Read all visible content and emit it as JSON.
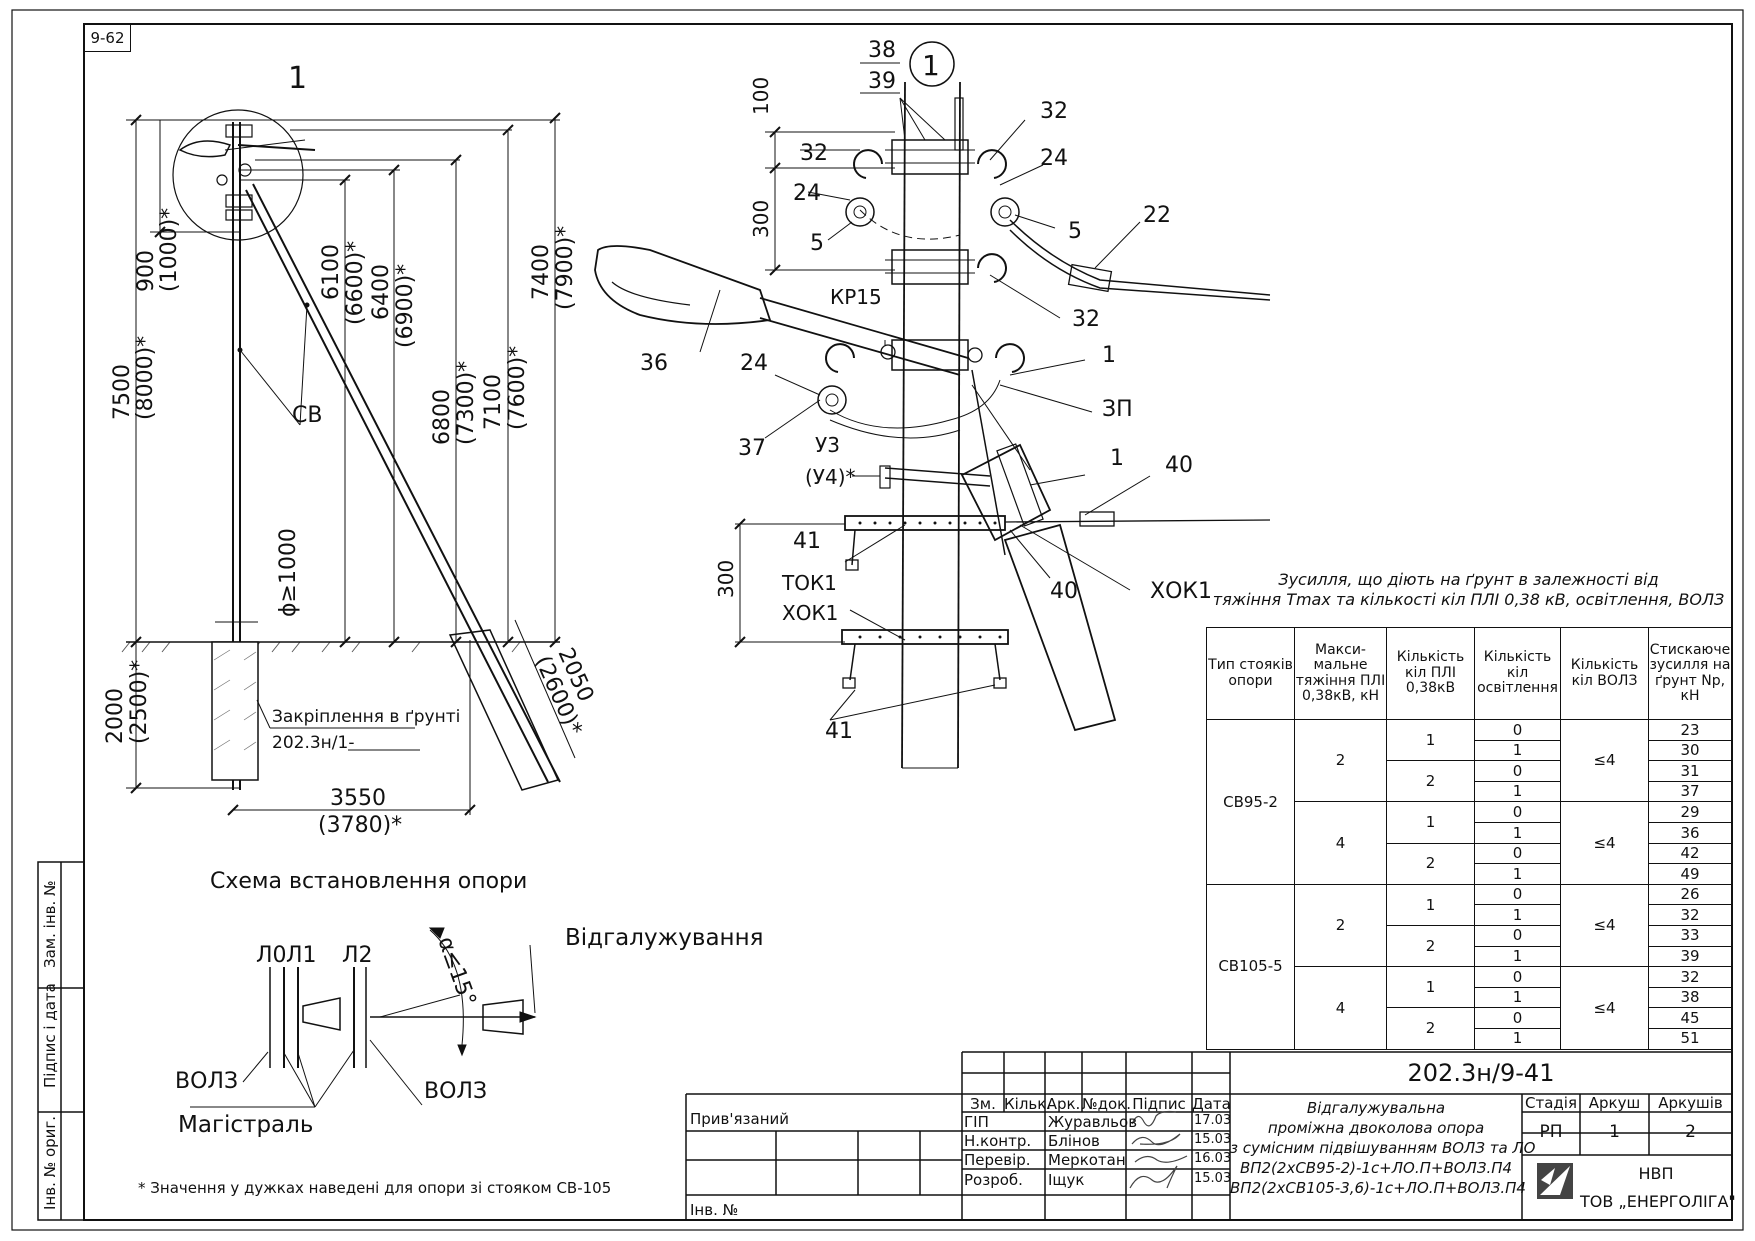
{
  "sheet_number": "9-62",
  "left_view": {
    "callout": "1",
    "dimensions": {
      "d900": "900",
      "d900a": "(1000)*",
      "d7500": "7500",
      "d7500a": "(8000)*",
      "d6100": "6100",
      "d6100a": "(6600)*",
      "d6400": "6400",
      "d6400a": "(6900)*",
      "d6800": "6800",
      "d6800a": "(7300)*",
      "d7100": "7100",
      "d7100a": "(7600)*",
      "d7400": "7400",
      "d7400a": "(7900)*",
      "d2000": "2000",
      "d2000a": "(2500)*",
      "d2050": "2050",
      "d2050a": "(2600)*",
      "d3550": "3550",
      "d3550a": "(3780)*",
      "phi": "ϕ≥1000"
    },
    "pole_label": "СВ",
    "ground_fixing_line1": "Закріплення в ґрунті",
    "ground_fixing_line2": "202.3н/1-"
  },
  "install_scheme": {
    "title": "Схема встановлення опори",
    "l0": "Л0",
    "l1": "Л1",
    "l2": "Л2",
    "angle": "α≤15°",
    "branch": "Відгалужування",
    "vols_left": "ВОЛЗ",
    "vols_right": "ВОЛЗ",
    "main_line": "Магістраль"
  },
  "footnote": "* Значення у дужках наведені для опори зі стояком СВ-105",
  "detail_view": {
    "callout": "1",
    "labels": {
      "l38": "38",
      "l39": "39",
      "l32a": "32",
      "l32b": "32",
      "l32c": "32",
      "l24a": "24",
      "l24b": "24",
      "l24c": "24",
      "l5a": "5",
      "l5b": "5",
      "l22": "22",
      "kp15": "КР15",
      "l36": "36",
      "l1a": "1",
      "l1b": "1",
      "zp": "ЗП",
      "l37": "37",
      "y3": "У3",
      "y4": "(У4)*",
      "l40a": "40",
      "l40b": "40",
      "l41a": "41",
      "l41b": "41",
      "tok1": "ТОК1",
      "xok1a": "ХОК1",
      "xok1b": "ХОК1",
      "d100": "100",
      "d300a": "300",
      "d300b": "300"
    }
  },
  "load_table": {
    "caption_line1": "Зусилля, що діють на ґрунт в залежності від",
    "caption_line2": "тяжіння Tmax та кількості кіл ПЛІ 0,38 кВ, освітлення, ВОЛЗ",
    "headers": [
      "Тип стояків опори",
      "Макси-мальне тяжіння ПЛІ 0,38кВ, кН",
      "Кількість кіл ПЛІ 0,38кВ",
      "Кількість кіл освітлення",
      "Кількість кіл ВОЛЗ",
      "Стискаюче зусилля на ґрунт Nр, кН"
    ],
    "groups": [
      {
        "type": "СВ95-2",
        "tension": [
          {
            "value": "2",
            "pli": [
              {
                "count": "1",
                "light": [
                  "0",
                  "1"
                ],
                "force": [
                  "23",
                  "30"
                ]
              },
              {
                "count": "2",
                "light": [
                  "0",
                  "1"
                ],
                "force": [
                  "31",
                  "37"
                ]
              }
            ],
            "vols": "≤4"
          },
          {
            "value": "4",
            "pli": [
              {
                "count": "1",
                "light": [
                  "0",
                  "1"
                ],
                "force": [
                  "29",
                  "36"
                ]
              },
              {
                "count": "2",
                "light": [
                  "0",
                  "1"
                ],
                "force": [
                  "42",
                  "49"
                ]
              }
            ],
            "vols": "≤4"
          }
        ]
      },
      {
        "type": "СВ105-5",
        "tension": [
          {
            "value": "2",
            "pli": [
              {
                "count": "1",
                "light": [
                  "0",
                  "1"
                ],
                "force": [
                  "26",
                  "32"
                ]
              },
              {
                "count": "2",
                "light": [
                  "0",
                  "1"
                ],
                "force": [
                  "33",
                  "39"
                ]
              }
            ],
            "vols": "≤4"
          },
          {
            "value": "4",
            "pli": [
              {
                "count": "1",
                "light": [
                  "0",
                  "1"
                ],
                "force": [
                  "32",
                  "38"
                ]
              },
              {
                "count": "2",
                "light": [
                  "0",
                  "1"
                ],
                "force": [
                  "45",
                  "51"
                ]
              }
            ],
            "vols": "≤4"
          }
        ]
      }
    ]
  },
  "title_block": {
    "code": "202.3н/9-41",
    "bound": "Прив'язаний",
    "inv_no": "Інв. №",
    "col_headers": [
      "Зм.",
      "Кільк.",
      "Арк.",
      "№док.",
      "Підпис",
      "Дата"
    ],
    "roles": [
      {
        "role": "ГІП",
        "name": "Журавльов",
        "date": "17.03"
      },
      {
        "role": "Н.контр.",
        "name": "Блінов",
        "date": "15.03"
      },
      {
        "role": "Перевір.",
        "name": "Меркотан",
        "date": "16.03"
      },
      {
        "role": "Розроб.",
        "name": "Іщук",
        "date": "15.03"
      }
    ],
    "description": [
      "Відгалужувальна",
      "проміжна двоколова опора",
      "з сумісним підвішуванням ВОЛЗ та ЛО",
      "ВП2(2хСВ95-2)-1с+ЛО.П+ВОЛЗ.П4",
      "ВП2(2хСВ105-3,6)-1с+ЛО.П+ВОЛЗ.П4"
    ],
    "stage_header": "Стадія",
    "sheet_header": "Аркуш",
    "sheets_header": "Аркушів",
    "stage": "РП",
    "sheet": "1",
    "sheets": "2",
    "company_line1": "НВП",
    "company_line2": "ТОВ „ЕНЕРГОЛІГА\""
  },
  "side_stamp": {
    "inv_orig": "Інв. № ориг.",
    "sign_date": "Підпис і дата",
    "replace_inv": "Зам. інв. №"
  }
}
